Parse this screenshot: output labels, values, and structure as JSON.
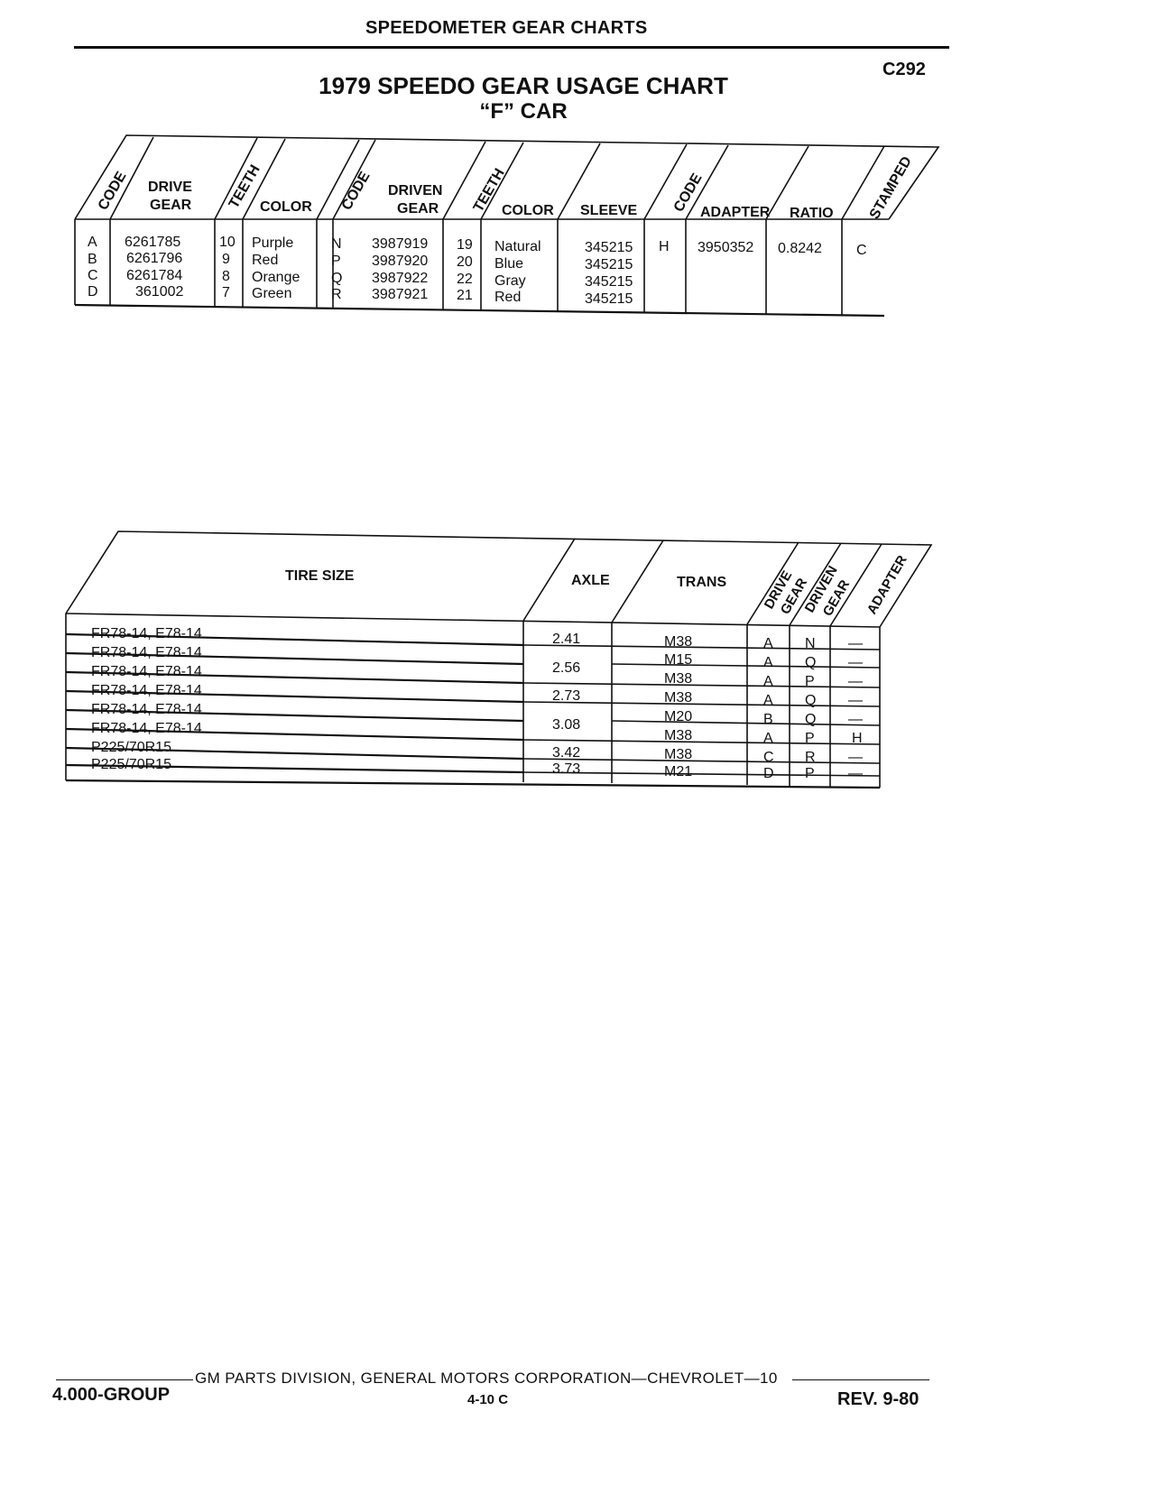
{
  "header": {
    "section_title": "SPEEDOMETER GEAR CHARTS",
    "code": "C292"
  },
  "chart": {
    "title": "1979 SPEEDO GEAR USAGE CHART",
    "subtitle": "“F” CAR"
  },
  "gear_table": {
    "headers": {
      "code": "CODE",
      "drive_gear_1": "DRIVE",
      "drive_gear_2": "GEAR",
      "teeth": "TEETH",
      "color": "COLOR",
      "code2": "CODE",
      "driven_gear_1": "DRIVEN",
      "driven_gear_2": "GEAR",
      "teeth2": "TEETH",
      "color2": "COLOR",
      "sleeve": "SLEEVE",
      "code3": "CODE",
      "adapter": "ADAPTER",
      "ratio": "RATIO",
      "stamped": "STAMPED"
    },
    "rows": [
      {
        "code": "A",
        "drive_gear": "6261785",
        "teeth": "10",
        "color": "Purple",
        "driven_code": "N",
        "driven_gear": "3987919",
        "driven_teeth": "19",
        "driven_color": "Natural",
        "sleeve": "345215"
      },
      {
        "code": "B",
        "drive_gear": "6261796",
        "teeth": "9",
        "color": "Red",
        "driven_code": "P",
        "driven_gear": "3987920",
        "driven_teeth": "20",
        "driven_color": "Blue",
        "sleeve": "345215"
      },
      {
        "code": "C",
        "drive_gear": "6261784",
        "teeth": "8",
        "color": "Orange",
        "driven_code": "Q",
        "driven_gear": "3987922",
        "driven_teeth": "22",
        "driven_color": "Gray",
        "sleeve": "345215"
      },
      {
        "code": "D",
        "drive_gear": "361002",
        "teeth": "7",
        "color": "Green",
        "driven_code": "R",
        "driven_gear": "3987921",
        "driven_teeth": "21",
        "driven_color": "Red",
        "sleeve": "345215"
      }
    ],
    "adapter_row": {
      "code": "H",
      "adapter": "3950352",
      "ratio": "0.8242",
      "stamped": "C"
    }
  },
  "usage_table": {
    "headers": {
      "tire_size": "TIRE SIZE",
      "axle": "AXLE",
      "trans": "TRANS",
      "drive_gear_1": "DRIVE",
      "drive_gear_2": "GEAR",
      "driven_gear_1": "DRIVEN",
      "driven_gear_2": "GEAR",
      "adapter": "ADAPTER"
    },
    "rows": [
      {
        "tire": "FR78-14, E78-14",
        "trans": "M38",
        "drive": "A",
        "driven": "N",
        "adapter": "—"
      },
      {
        "tire": "FR78-14, E78-14",
        "trans": "M15",
        "drive": "A",
        "driven": "Q",
        "adapter": "—"
      },
      {
        "tire": "FR78-14, E78-14",
        "trans": "M38",
        "drive": "A",
        "driven": "P",
        "adapter": "—"
      },
      {
        "tire": "FR78-14, E78-14",
        "trans": "M38",
        "drive": "A",
        "driven": "Q",
        "adapter": "—"
      },
      {
        "tire": "FR78-14, E78-14",
        "trans": "M20",
        "drive": "B",
        "driven": "Q",
        "adapter": "—"
      },
      {
        "tire": "FR78-14, E78-14",
        "trans": "M38",
        "drive": "A",
        "driven": "P",
        "adapter": "H"
      },
      {
        "tire": "P225/70R15",
        "trans": "M38",
        "drive": "C",
        "driven": "R",
        "adapter": "—"
      },
      {
        "tire": "P225/70R15",
        "trans": "M21",
        "drive": "D",
        "driven": "P",
        "adapter": "—"
      }
    ],
    "axles": [
      "2.41",
      "2.56",
      "2.73",
      "3.08",
      "3.42",
      "3.73"
    ]
  },
  "footer": {
    "group": "4.000-GROUP",
    "division": "GM PARTS DIVISION, GENERAL MOTORS CORPORATION—CHEVROLET—10",
    "page": "4-10 C",
    "revision": "REV. 9-80"
  }
}
